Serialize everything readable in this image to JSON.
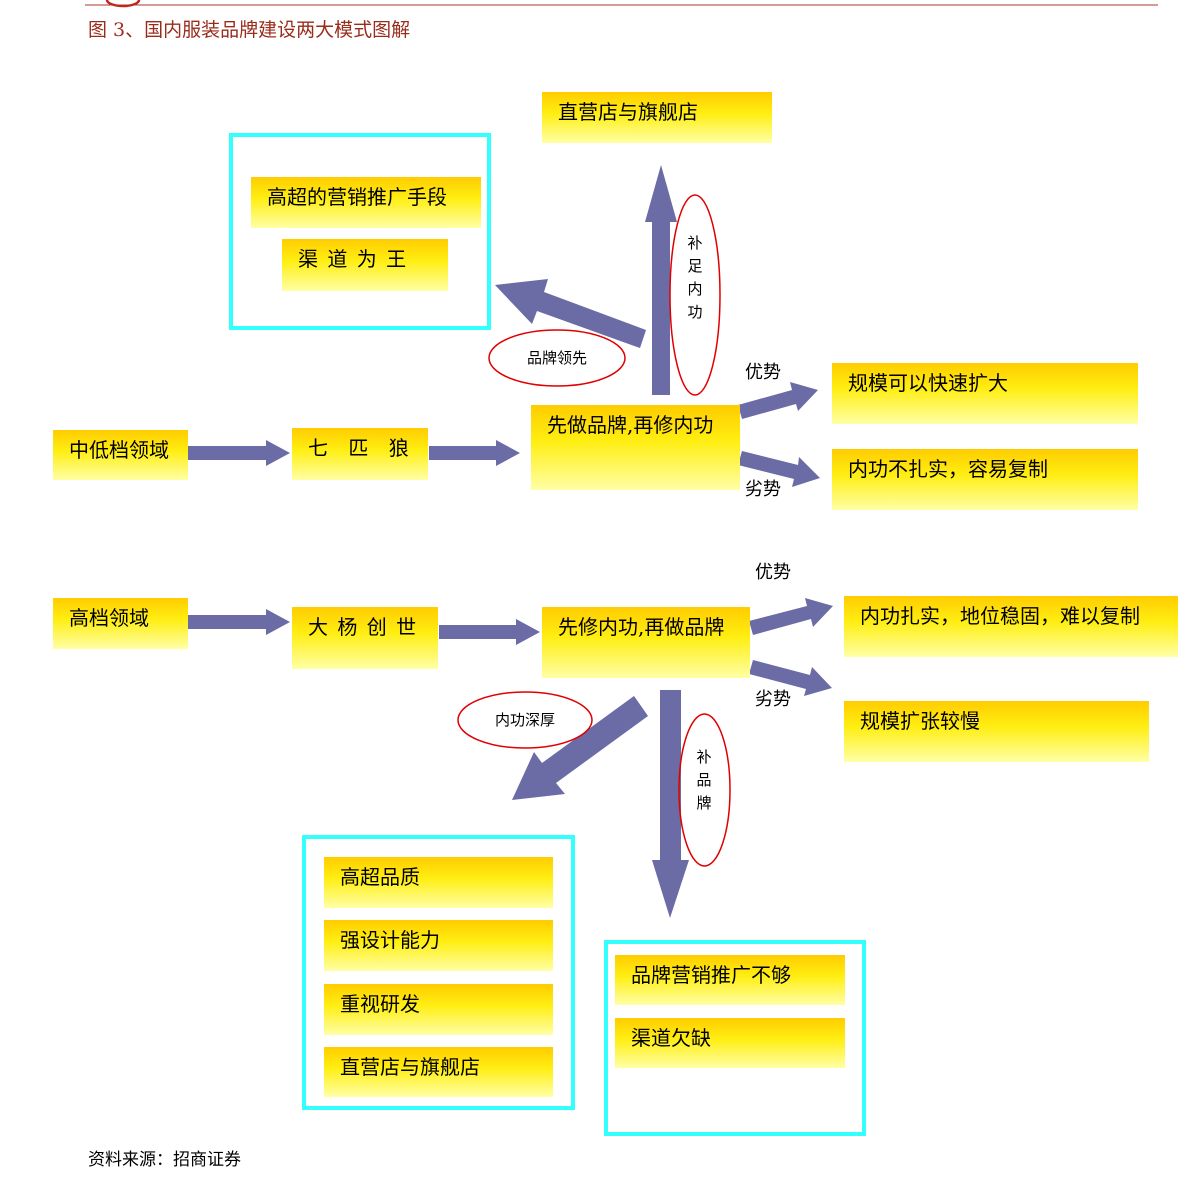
{
  "header": {
    "title": "图 3、国内服装品牌建设两大模式图解"
  },
  "colors": {
    "title": "#9a2c1c",
    "rule": "#a83a2a",
    "box_top": "#ffcc00",
    "box_mid": "#ffee11",
    "box_bottom": "#ffffa6",
    "frame": "#33ffff",
    "arrow": "#6b6ba6",
    "ellipse": "#e00000"
  },
  "model_a": {
    "market": "中低档领域",
    "brand": "七 匹 狼",
    "strategy": "先做品牌,再修内功",
    "advantage_label": "优势",
    "advantage": "规模可以快速扩大",
    "disadvantage_label": "劣势",
    "disadvantage": "内功不扎实，容易复制",
    "lead_label": "品牌领先",
    "lead_items": [
      "高超的营销推广手段",
      "渠 道 为 王"
    ],
    "supplement_label": "补足内功",
    "supplement_result": "直营店与旗舰店"
  },
  "model_b": {
    "market": "高档领域",
    "brand": "大 杨 创 世",
    "strategy": "先修内功,再做品牌",
    "advantage_label": "优势",
    "advantage": "内功扎实，地位稳固，难以复制",
    "disadvantage_label": "劣势",
    "disadvantage": "规模扩张较慢",
    "strength_label": "内功深厚",
    "strength_items": [
      "高超品质",
      "强设计能力",
      "重视研发",
      "直营店与旗舰店"
    ],
    "supplement_label": "补品牌",
    "supplement_items": [
      "品牌营销推广不够",
      "渠道欠缺"
    ]
  },
  "footer": {
    "source": "资料来源：招商证券"
  }
}
